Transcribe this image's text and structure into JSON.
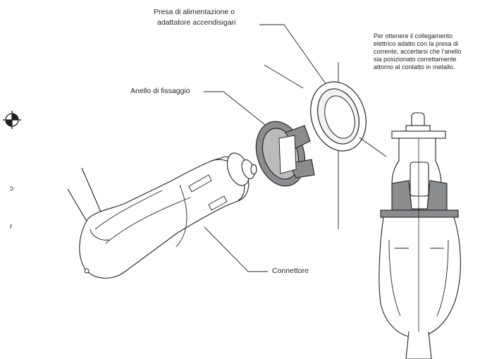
{
  "labels": {
    "power_socket_line1": "Presa di alimentazione o",
    "power_socket_line2": "adattatore accendisigari",
    "fixing_ring": "Anello di fissaggio",
    "connector": "Connettore"
  },
  "note": {
    "line1": "Per ottenere il collegamento",
    "line2": "elettrico adatto con la presa di",
    "line3": "corrente, accertarsi che l’anello",
    "line4": "sia posizionato correttamente",
    "line5": "attorno al contatto in metallo."
  },
  "edge_fragments": {
    "frag1": "ɔ",
    "frag2": "r"
  },
  "colors": {
    "line": "#231f20",
    "ring_gray": "#8a8c8e",
    "ring_light": "#b9bbbd",
    "background": "#ffffff"
  }
}
